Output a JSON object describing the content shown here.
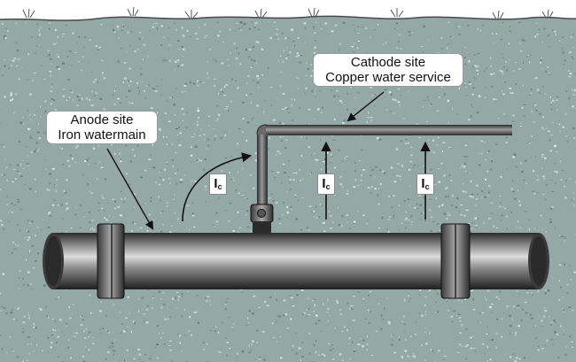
{
  "labels": {
    "anode": {
      "line1": "Anode site",
      "line2": "Iron watermain"
    },
    "cathode": {
      "line1": "Cathode site",
      "line2": "Copper water service"
    },
    "current_symbol": "I",
    "current_subscript": "c"
  },
  "colors": {
    "soil": "#94a9a6",
    "soil_speck_light": "#e3eceb",
    "soil_speck_dark": "#5f7673",
    "pipe_dark": "#1f1f1f",
    "pipe_mid": "#6f6f6f",
    "pipe_light": "#d6d6d6",
    "arrow": "#111111"
  }
}
